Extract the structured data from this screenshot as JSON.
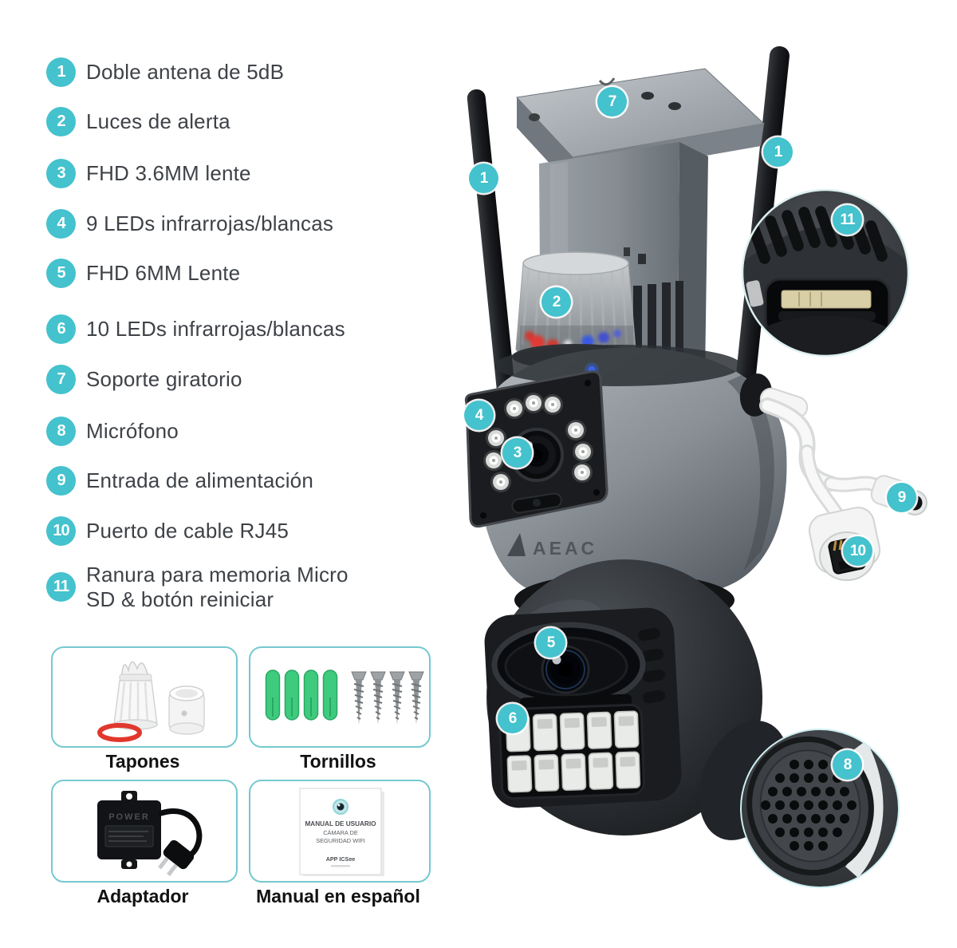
{
  "accent_color": "#44c2cd",
  "brand": {
    "logo_text": "AEAC"
  },
  "features": [
    {
      "num": "1",
      "label": "Doble antena de 5dB"
    },
    {
      "num": "2",
      "label": "Luces de alerta"
    },
    {
      "num": "3",
      "label": "FHD 3.6MM lente"
    },
    {
      "num": "4",
      "label": "9 LEDs infrarrojas/blancas"
    },
    {
      "num": "5",
      "label": "FHD 6MM Lente"
    },
    {
      "num": "6",
      "label": "10 LEDs infrarrojas/blancas"
    },
    {
      "num": "7",
      "label": "Soporte giratorio"
    },
    {
      "num": "8",
      "label": "Micrófono"
    },
    {
      "num": "9",
      "label": "Entrada de alimentación"
    },
    {
      "num": "10",
      "label": "Puerto de cable RJ45"
    },
    {
      "num": "11",
      "label": "Ranura para memoria Micro SD & botón reiniciar"
    }
  ],
  "accessories": [
    {
      "label": "Tapones"
    },
    {
      "label": "Tornillos"
    },
    {
      "label": "Adaptador"
    },
    {
      "label": "Manual en español"
    }
  ],
  "adapter": {
    "text": "POWER"
  },
  "manual": {
    "title": "MANUAL DE USUARIO",
    "line2": "CÁMARA DE",
    "line3": "SEGURIDAD WIFI",
    "app": "APP ICSee"
  }
}
